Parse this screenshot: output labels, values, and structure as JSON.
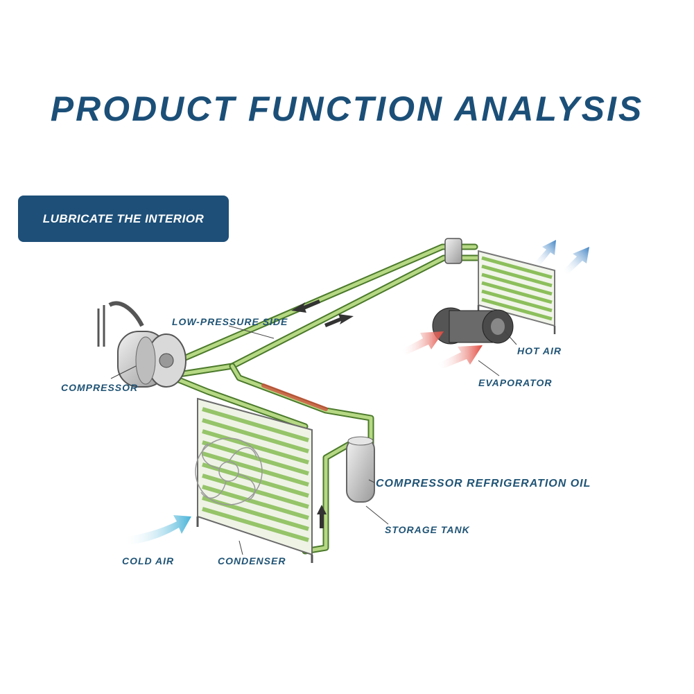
{
  "title": "PRODUCT FUNCTION ANALYSIS",
  "badge": "LUBRICATE THE INTERIOR",
  "labels": {
    "low_pressure_side": "LOW-PRESSURE SIDE",
    "compressor": "COMPRESSOR",
    "hot_air": "HOT AIR",
    "evaporator": "EVAPORATOR",
    "compressor_oil": "COMPRESSOR REFRIGERATION OIL",
    "storage_tank": "STORAGE TANK",
    "cold_air": "COLD AIR",
    "condenser": "CONDENSER"
  },
  "colors": {
    "title": "#1b4f78",
    "badge_bg": "#1d4f78",
    "label": "#1f5375",
    "pipe": "#9fc56a",
    "pipe_dark": "#4b7a2b",
    "hot_arrow": "#e0463a",
    "cold_arrow": "#47b3d8",
    "out_arrow": "#3f83c4"
  }
}
